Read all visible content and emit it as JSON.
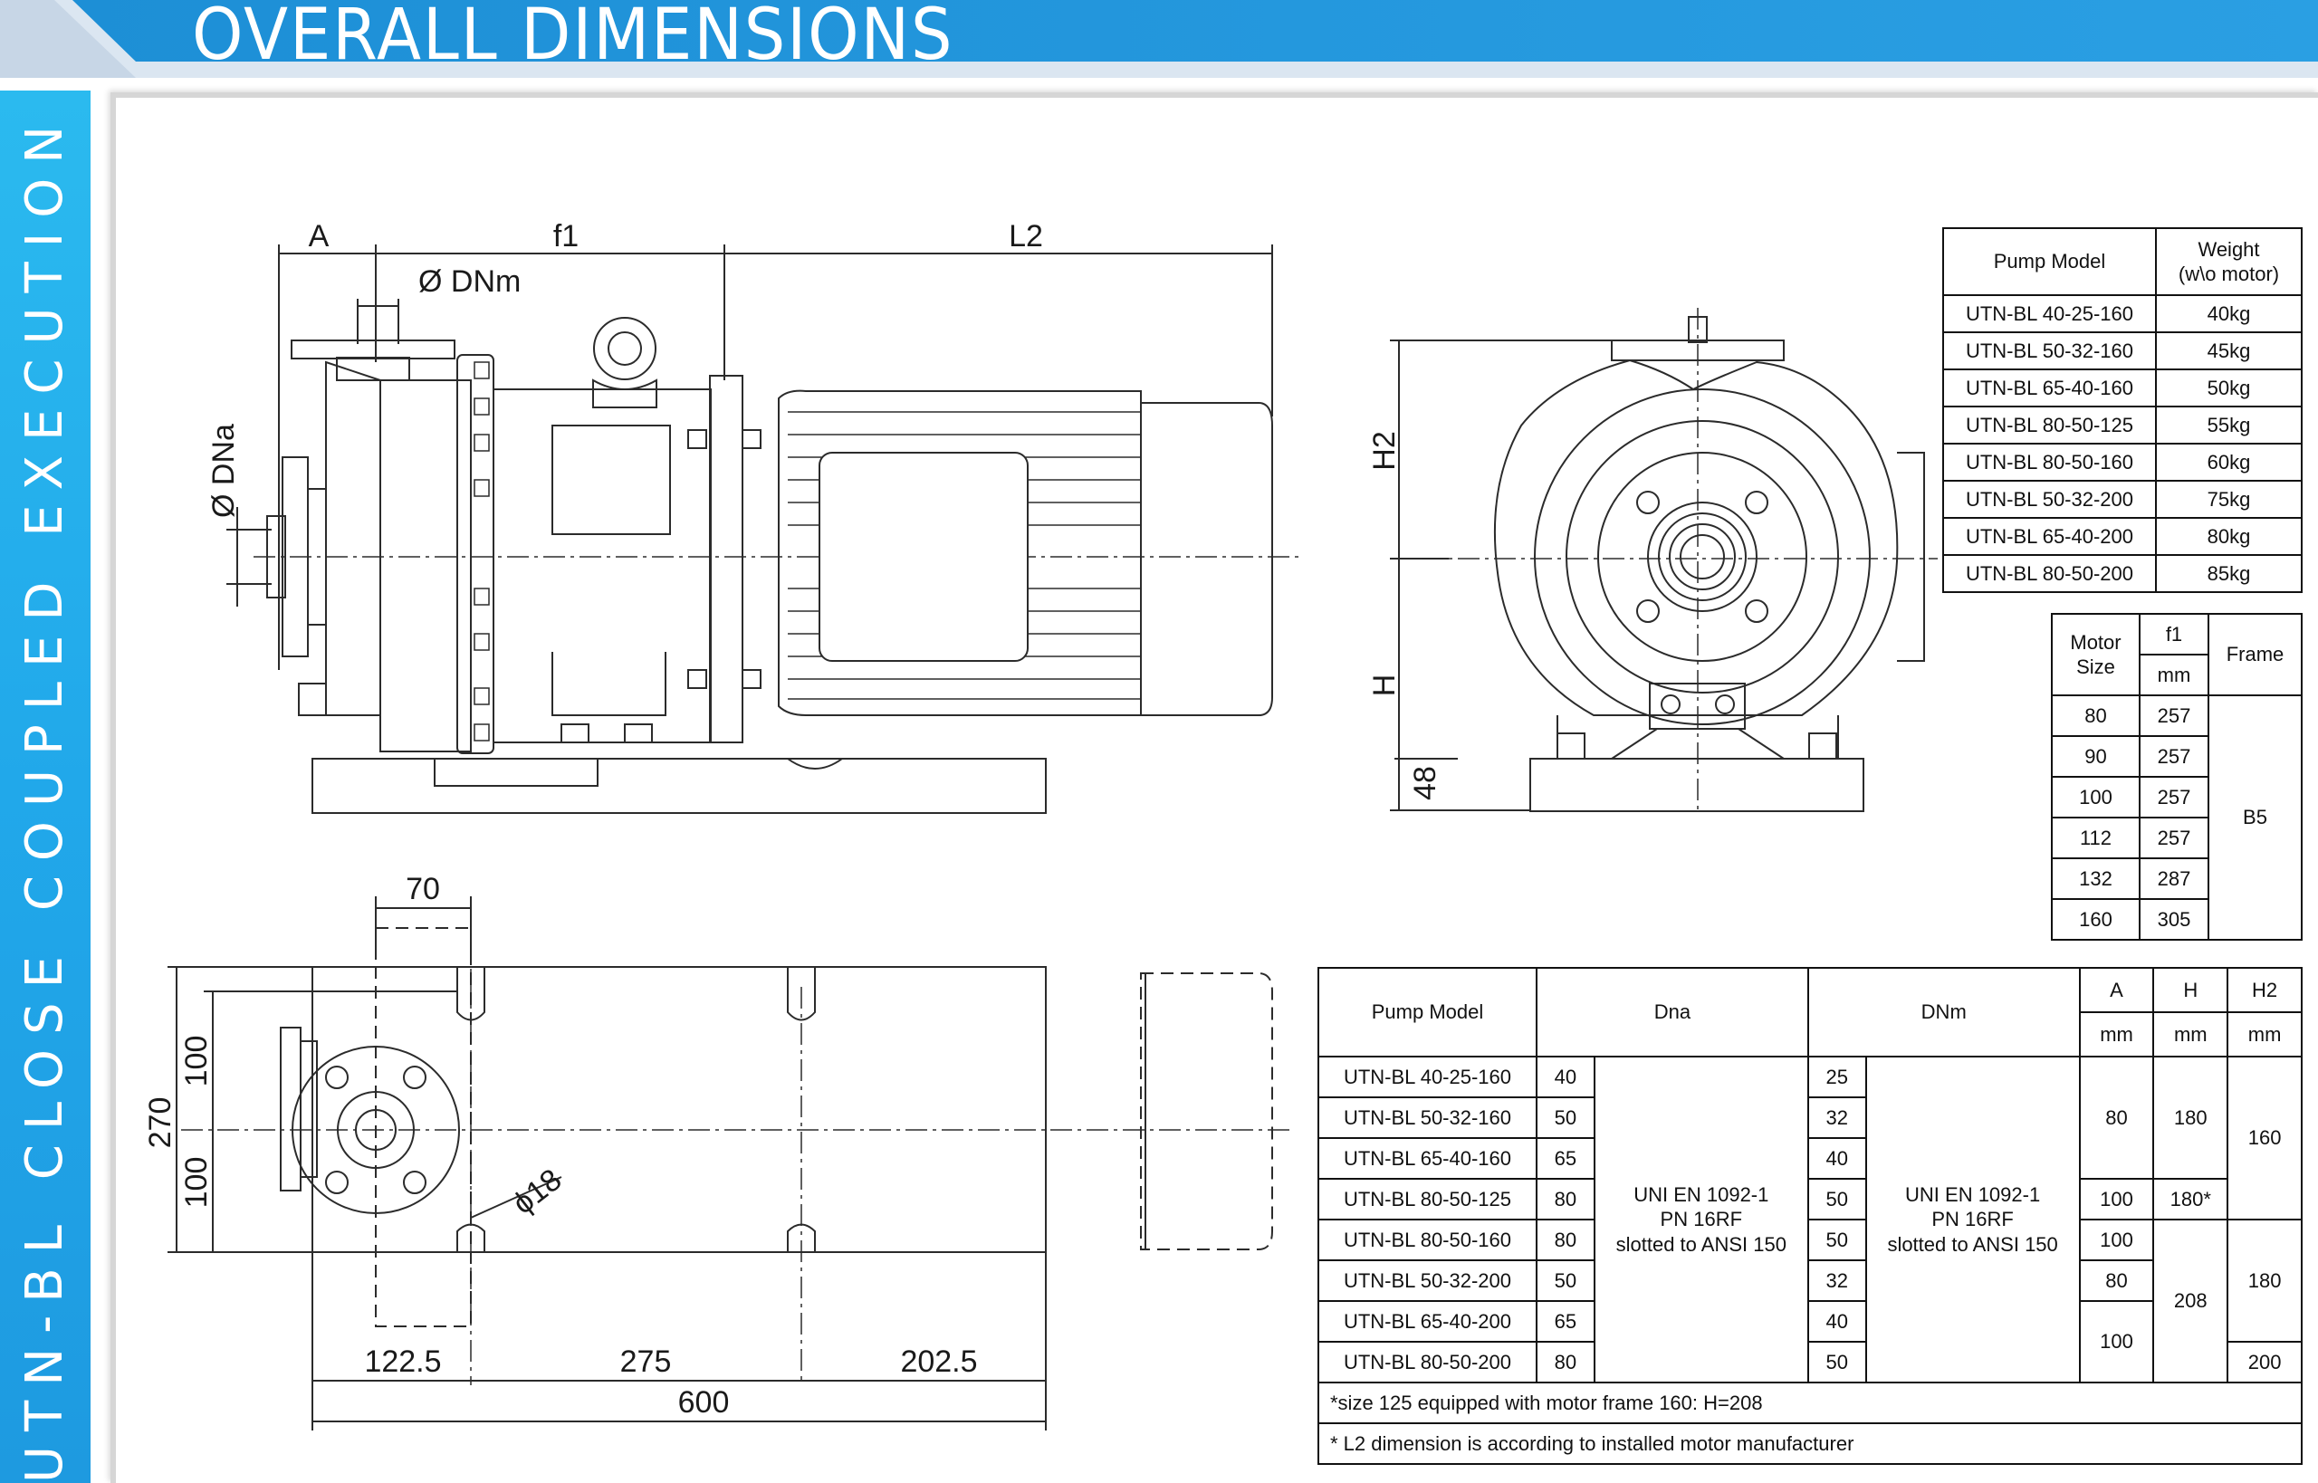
{
  "header": {
    "title": "OVERALL DIMENSIONS",
    "side_title": "UTN-BL CLOSE COUPLED EXECUTION"
  },
  "colors": {
    "header_blue": "#1f96dc",
    "header_light": "#c9d7e6",
    "side_blue": "#24aeed"
  },
  "drawings": {
    "side_view": {
      "dim_A": "A",
      "dim_f1": "f1",
      "dim_L2": "L2",
      "dn_m": "Ø DNm",
      "dn_a": "Ø DNa"
    },
    "front_view": {
      "h2": "H2",
      "h": "H",
      "base": "48"
    },
    "top_view": {
      "d70": "70",
      "d100a": "100",
      "d100b": "100",
      "d270": "270",
      "hole": "ϕ18",
      "d1225": "122.5",
      "d275": "275",
      "d2025": "202.5",
      "d600": "600"
    }
  },
  "weight_table": {
    "headers": [
      "Pump Model",
      "Weight",
      "(w\\o motor)"
    ],
    "rows": [
      [
        "UTN-BL 40-25-160",
        "40kg"
      ],
      [
        "UTN-BL 50-32-160",
        "45kg"
      ],
      [
        "UTN-BL 65-40-160",
        "50kg"
      ],
      [
        "UTN-BL 80-50-125",
        "55kg"
      ],
      [
        "UTN-BL 80-50-160",
        "60kg"
      ],
      [
        "UTN-BL 50-32-200",
        "75kg"
      ],
      [
        "UTN-BL 65-40-200",
        "80kg"
      ],
      [
        "UTN-BL 80-50-200",
        "85kg"
      ]
    ]
  },
  "motor_table": {
    "headers": [
      "Motor",
      "Size",
      "f1",
      "mm",
      "Frame"
    ],
    "rows": [
      [
        "80",
        "257"
      ],
      [
        "90",
        "257"
      ],
      [
        "100",
        "257"
      ],
      [
        "112",
        "257"
      ],
      [
        "132",
        "287"
      ],
      [
        "160",
        "305"
      ]
    ],
    "frame": "B5"
  },
  "dim_table": {
    "headers": {
      "model": "Pump Model",
      "dna": "Dna",
      "dnm": "DNm",
      "a": "A",
      "h": "H",
      "h2": "H2",
      "unit": "mm"
    },
    "rows": [
      [
        "UTN-BL 40-25-160",
        "40",
        "25"
      ],
      [
        "UTN-BL 50-32-160",
        "50",
        "32"
      ],
      [
        "UTN-BL 65-40-160",
        "65",
        "40"
      ],
      [
        "UTN-BL 80-50-125",
        "80",
        "50"
      ],
      [
        "UTN-BL 80-50-160",
        "80",
        "50"
      ],
      [
        "UTN-BL 50-32-200",
        "50",
        "32"
      ],
      [
        "UTN-BL 65-40-200",
        "65",
        "40"
      ],
      [
        "UTN-BL 80-50-200",
        "80",
        "50"
      ]
    ],
    "flange_std": {
      "l1": "UNI EN 1092-1",
      "l2": "PN 16RF",
      "l3": "slotted to ANSI 150"
    },
    "a_vals": {
      "g1": "80",
      "g2": "100",
      "g3": "100",
      "g4": "80",
      "g5": "100"
    },
    "h_vals": {
      "g1": "180",
      "g2": "180*",
      "g3": "208"
    },
    "h2_vals": {
      "g1": "160",
      "g2": "180",
      "g3": "200"
    },
    "notes": [
      "*size 125 equipped with motor frame 160:  H=208",
      "* L2 dimension is according to installed motor manufacturer"
    ]
  }
}
